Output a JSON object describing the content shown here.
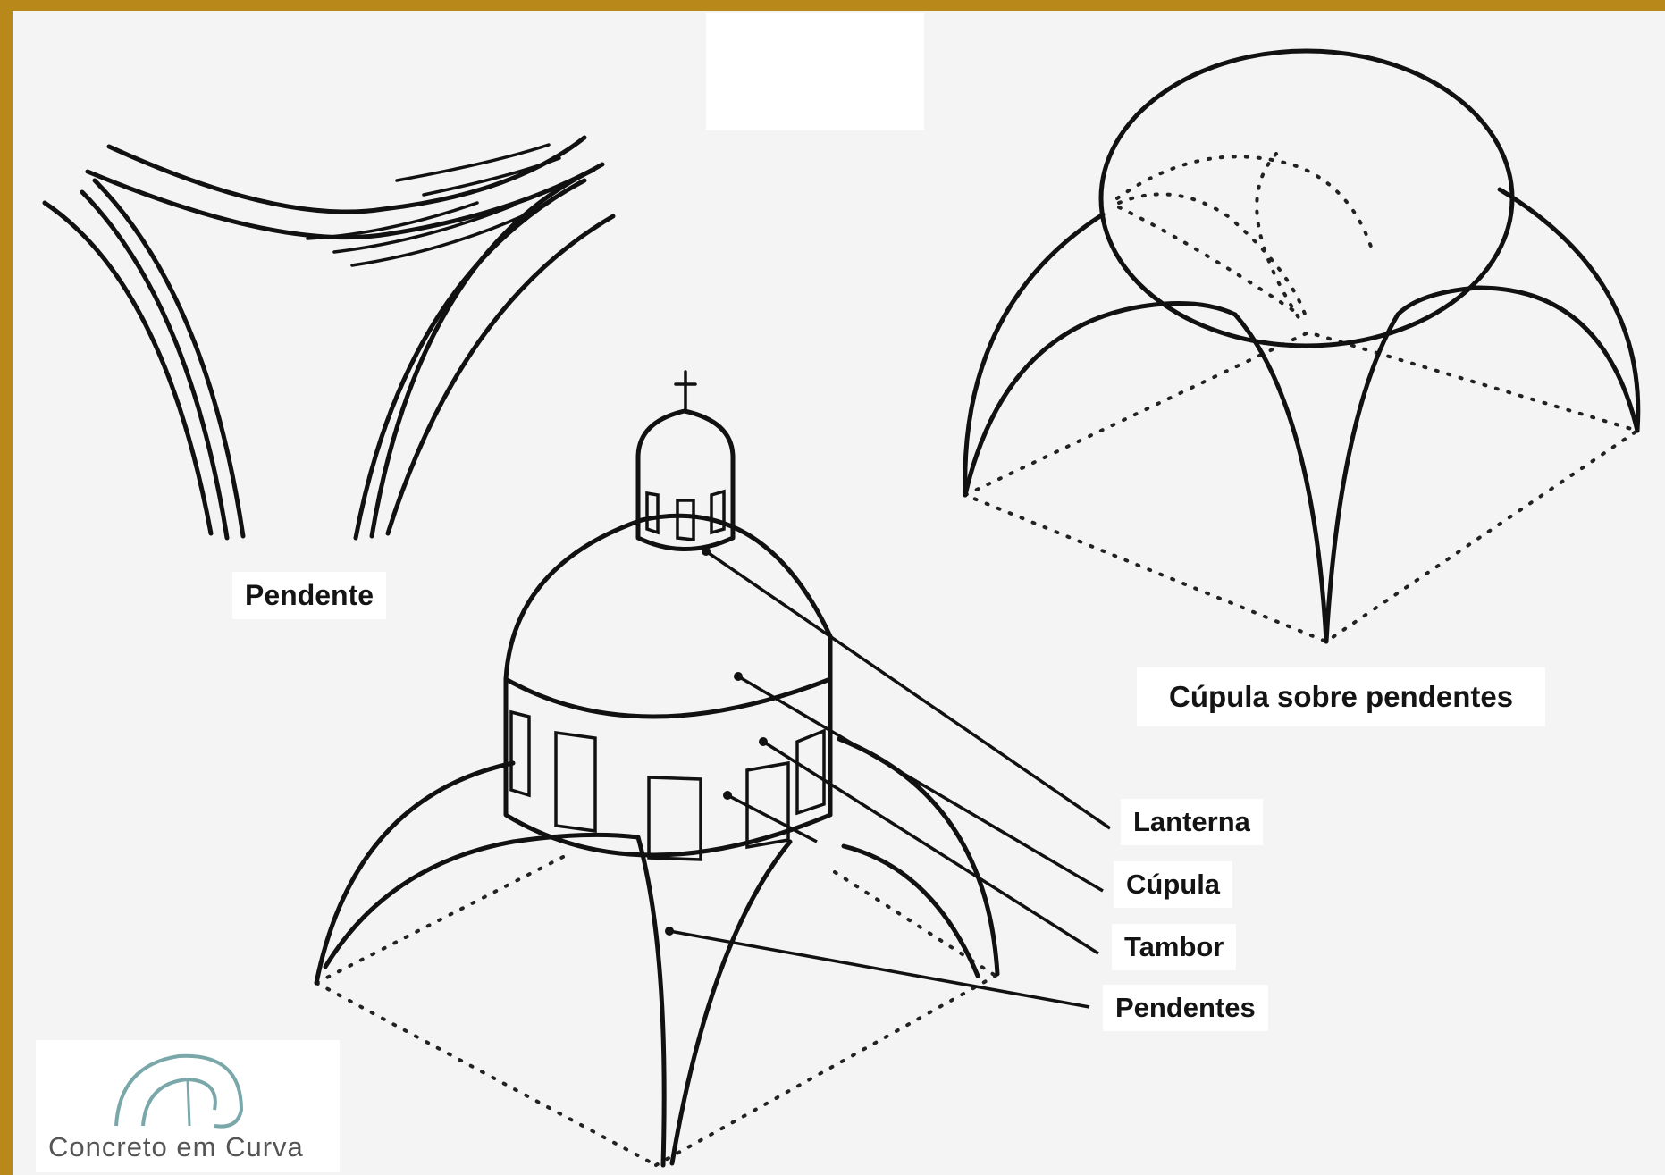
{
  "diagram": {
    "captions": {
      "pendente": "Pendente",
      "cupula_sobre_pendentes": "Cúpula sobre pendentes"
    },
    "callouts": {
      "lanterna": "Lanterna",
      "cupula": "Cúpula",
      "tambor": "Tambor",
      "pendentes": "Pendentes"
    },
    "watermark": "Concreto em Curva"
  },
  "colors": {
    "frame_border": "#b8891a",
    "paper": "#f4f4f4",
    "ink": "#111111"
  }
}
